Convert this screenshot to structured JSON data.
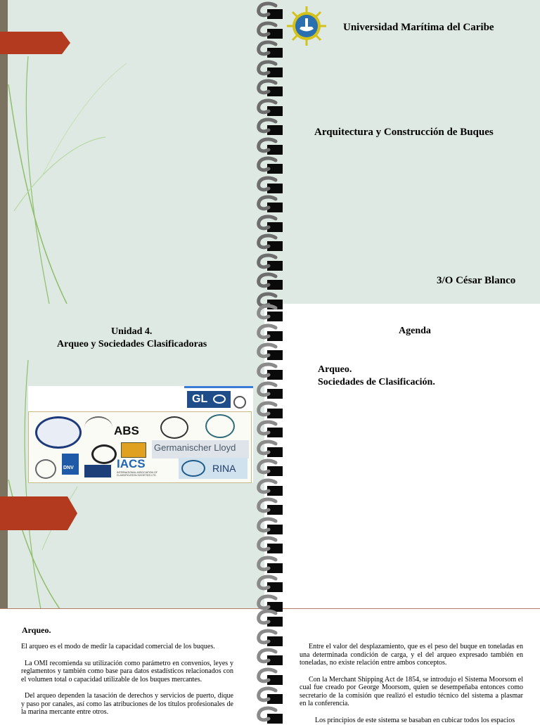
{
  "colors": {
    "panel_bg": "#dde9e2",
    "accent_arrow": "#b33a1e",
    "sidebar_bar": "#7c7260",
    "white": "#ffffff"
  },
  "slide1": {
    "university": "Universidad Marítima del Caribe",
    "course": "Arquitectura y Construcción de Buques",
    "author": "3/O César Blanco",
    "logo_icon": "ship-wheel-seal-icon"
  },
  "slide2": {
    "unit_line1": "Unidad 4.",
    "unit_line2": "Arqueo y Sociedades Clasificadoras",
    "logos": {
      "gl": "GL",
      "abs": "ABS",
      "germanischer": "Germanischer Lloyd",
      "iacs": "IACS",
      "iacs_sub": "INTERNATIONAL ASSOCIATION OF CLASSIFICATION SOCIETIES LTD.",
      "rina": "RINA",
      "dnv": "DNV"
    }
  },
  "slide3": {
    "title": "Agenda",
    "items": [
      "Arqueo.",
      "Sociedades de Clasificación."
    ]
  },
  "page4": {
    "heading": "Arqueo.",
    "left_paragraphs": [
      "El arqueo es el modo de medir la capacidad comercial de los buques.",
      "La OMI recomienda su utilización como parámetro en convenios, leyes y reglamentos y también como base para datos estadísticos relacionados con el volumen total o capacidad utilizable de los buques mercantes.",
      "Del arqueo dependen la tasación de derechos y servicios de puerto, dique y paso por canales, así como las atribuciones de los títulos profesionales de la marina mercante entre otros."
    ],
    "right_paragraphs": [
      "Entre el valor del desplazamiento, que es el peso del buque en toneladas en una determinada condición de carga, y el del arqueo expresado también en toneladas, no existe relación entre ambos conceptos.",
      "Con la Merchant Shipping Act de 1854, se introdujo el Sistema Moorsom el cual fue creado por George Moorsom, quien se desempeñaba entonces como secretario de la comisión que realizó el estudio técnico del sistema a plasmar en la conferencia.",
      "Los principios de este sistema se basaban en cubicar todos los espacios"
    ]
  }
}
